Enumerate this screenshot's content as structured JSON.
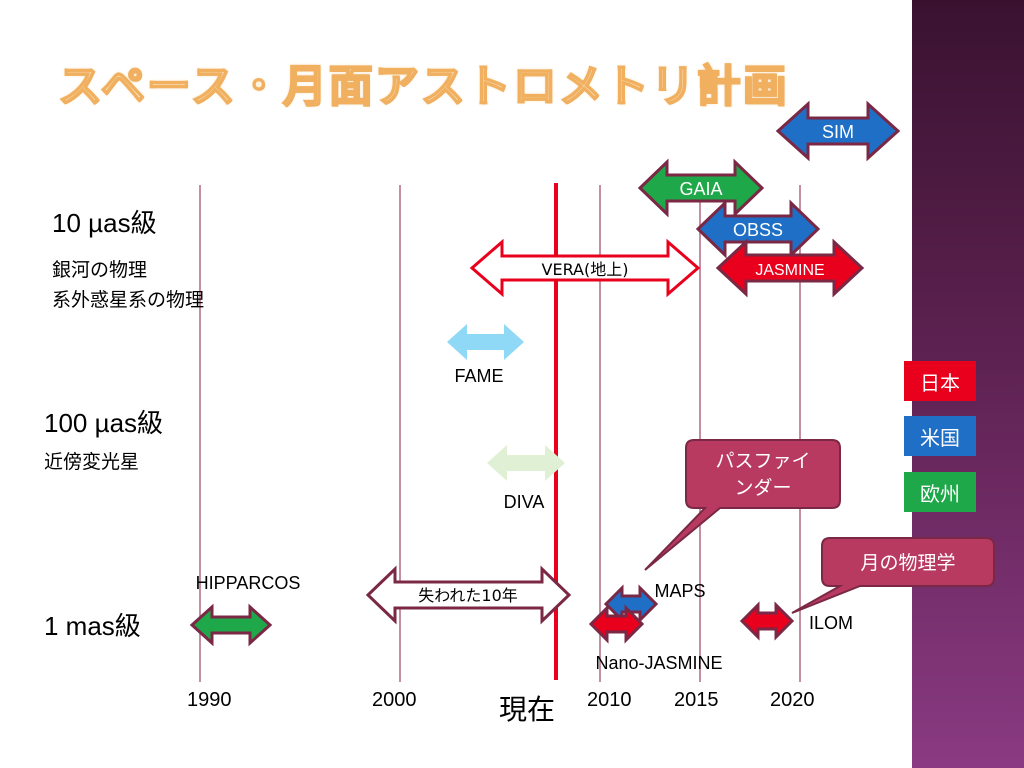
{
  "title": "スペース・月面アストロメトリ計画",
  "levels": {
    "l10": "10 µas級",
    "l10_desc1": "銀河の物理",
    "l10_desc2": "系外惑星系の物理",
    "l100": "100 µas級",
    "l100_desc": "近傍変光星",
    "l1": "1 mas級"
  },
  "years": [
    "1990",
    "2000",
    "2010",
    "2015",
    "2020"
  ],
  "now_label": "現在",
  "missions": {
    "sim": "SIM",
    "gaia": "GAIA",
    "obss": "OBSS",
    "jasmine": "JASMINE",
    "vera": "VERA(地上)",
    "fame": "FAME",
    "diva": "DIVA",
    "hipparcos": "HIPPARCOS",
    "lost": "失われた10年",
    "maps": "MAPS",
    "nano": "Nano-JASMINE",
    "ilom": "ILOM"
  },
  "callouts": {
    "pathfinder_1": "パスファイ",
    "pathfinder_2": "ンダー",
    "moon": "月の物理学"
  },
  "legend": [
    {
      "label": "日本",
      "color": "#e8001c"
    },
    {
      "label": "米国",
      "color": "#1f6fc6"
    },
    {
      "label": "欧州",
      "color": "#1fa84a"
    }
  ],
  "colors": {
    "japan": "#e8001c",
    "usa": "#1f6fc6",
    "europe": "#1fa84a",
    "border": "#7a2845",
    "now_line": "#e8001c",
    "gridline": "#b06a80",
    "callout": "#b83a60"
  }
}
